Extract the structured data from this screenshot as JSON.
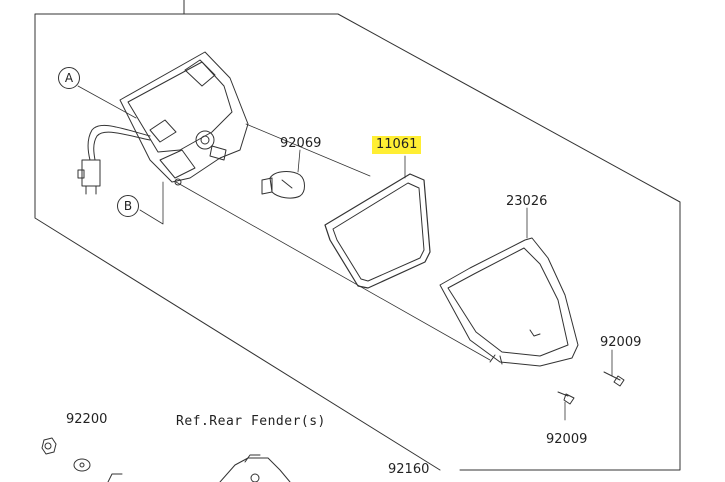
{
  "labels": {
    "part_11061": "11061",
    "part_92069": "92069",
    "part_23026": "23026",
    "part_92009_a": "92009",
    "part_92009_b": "92009",
    "part_92200": "92200",
    "part_92160": "92160",
    "ref_rear_fender": "Ref.Rear Fender(s)",
    "callout_a": "A",
    "callout_b": "B"
  },
  "colors": {
    "line": "#333333",
    "highlight": "#ffee33",
    "background": "#ffffff"
  },
  "highlighted_part": "11061"
}
